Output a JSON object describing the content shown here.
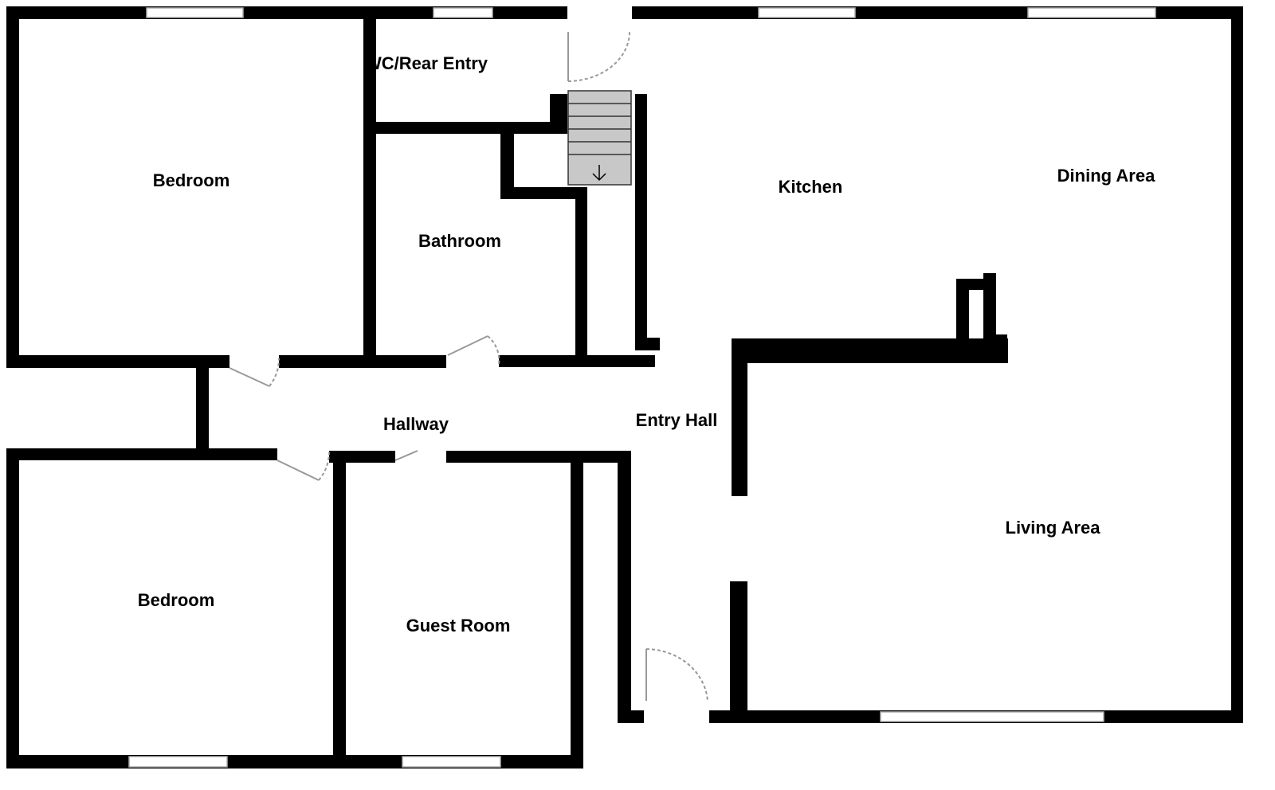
{
  "floorplan": {
    "rooms": [
      {
        "id": "bedroom-1",
        "label": "Bedroom"
      },
      {
        "id": "wc-rear-entry",
        "label": "WC/Rear Entry"
      },
      {
        "id": "bathroom",
        "label": "Bathroom"
      },
      {
        "id": "kitchen",
        "label": "Kitchen"
      },
      {
        "id": "dining-area",
        "label": "Dining Area"
      },
      {
        "id": "hallway",
        "label": "Hallway"
      },
      {
        "id": "entry-hall",
        "label": "Entry Hall"
      },
      {
        "id": "living-area",
        "label": "Living Area"
      },
      {
        "id": "bedroom-2",
        "label": "Bedroom"
      },
      {
        "id": "guest-room",
        "label": "Guest Room"
      }
    ],
    "colors": {
      "wall": "#000000",
      "stairs": "#c8c8c8",
      "door": "#999999",
      "window": "#ffffff"
    }
  }
}
